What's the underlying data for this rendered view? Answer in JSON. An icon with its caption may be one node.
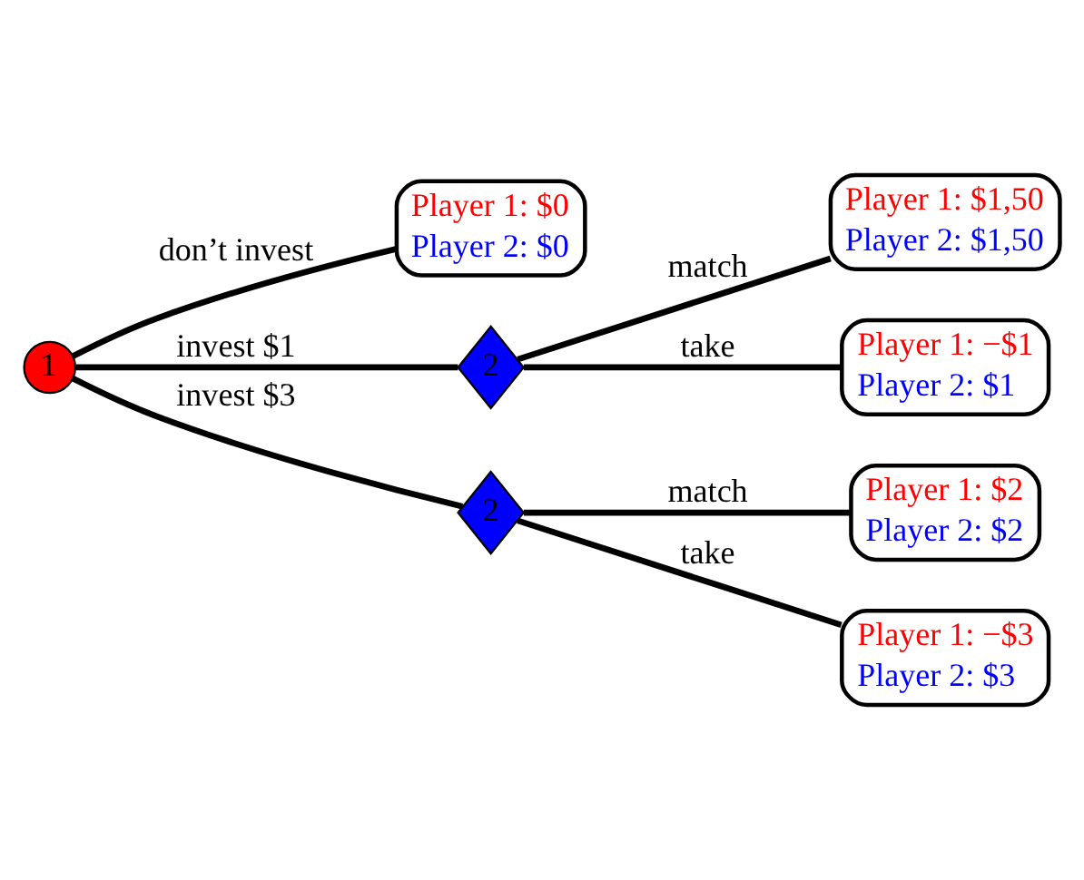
{
  "diagram": {
    "nodes": [
      {
        "text": [
          "1"
        ]
      },
      {
        "text": [
          "Player 1: $0",
          "Player 2: $0"
        ]
      },
      {
        "text": [
          "2"
        ]
      },
      {
        "text": [
          "Player 1: $1,50",
          "Player 2: $1,50"
        ]
      },
      {
        "text": [
          "Player 1: −$1",
          "Player 2: $1"
        ]
      },
      {
        "text": [
          "2"
        ]
      },
      {
        "text": [
          "Player 1: $2",
          "Player 2: $2"
        ]
      },
      {
        "text": [
          "Player 1: −$3",
          "Player 2: $3"
        ]
      }
    ],
    "edges": [
      {
        "from": 0,
        "to": 1,
        "arrow": "none",
        "label": "don’t invest"
      },
      {
        "from": 0,
        "to": 2,
        "arrow": "none",
        "label": "invest $1"
      },
      {
        "from": 2,
        "to": 3,
        "arrow": "none",
        "label": "match"
      },
      {
        "from": 2,
        "to": 4,
        "arrow": "none",
        "label": "take"
      },
      {
        "from": 0,
        "to": 5,
        "arrow": "none",
        "label": "invest $3"
      },
      {
        "from": 5,
        "to": 6,
        "arrow": "none",
        "label": "match"
      },
      {
        "from": 5,
        "to": 7,
        "arrow": "none",
        "label": "take"
      }
    ]
  }
}
